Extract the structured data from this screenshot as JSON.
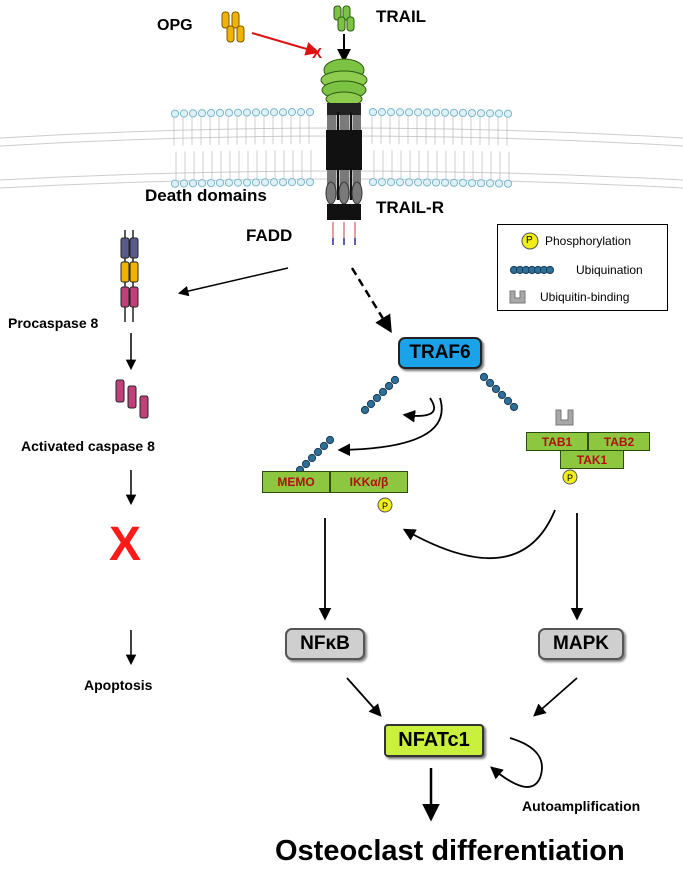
{
  "labels": {
    "opg": "OPG",
    "trail": "TRAIL",
    "block_mark": "X",
    "death_domains": "Death domains",
    "trail_r": "TRAIL-R",
    "fadd": "FADD",
    "procaspase8": "Procaspase 8",
    "activated_caspase8": "Activated caspase 8",
    "apoptosis_block": "X",
    "apoptosis": "Apoptosis",
    "traf6": "TRAF6",
    "memo": "MEMO",
    "ikk": "IKKα/β",
    "tab1": "TAB1",
    "tab2": "TAB2",
    "tak1": "TAK1",
    "nfkb": "NFκB",
    "mapk": "MAPK",
    "nfatc1": "NFATc1",
    "autoamplification": "Autoamplification",
    "osteoclast": "Osteoclast differentiation"
  },
  "legend": {
    "phospho_symbol": "P",
    "phosphorylation": "Phosphorylation",
    "ubiquination": "Ubiquination",
    "ubiquitin_binding": "Ubiquitin-binding"
  },
  "colors": {
    "traf6": "#1aa3e8",
    "nfatc1": "#c8f03c",
    "complex_green": "#8dc63f",
    "grey_box": "#cfcfcf",
    "ubiquitin": "#2d6f99",
    "phospho": "#f2ee1b",
    "inhibit_arrow": "#e01010",
    "opg": "#f0b400",
    "trail": "#7cc243",
    "procaspase_top": "#5a5a8c",
    "procaspase_mid": "#f0b400",
    "procaspase_bottom": "#c0407a",
    "caspase": "#c0407a"
  }
}
